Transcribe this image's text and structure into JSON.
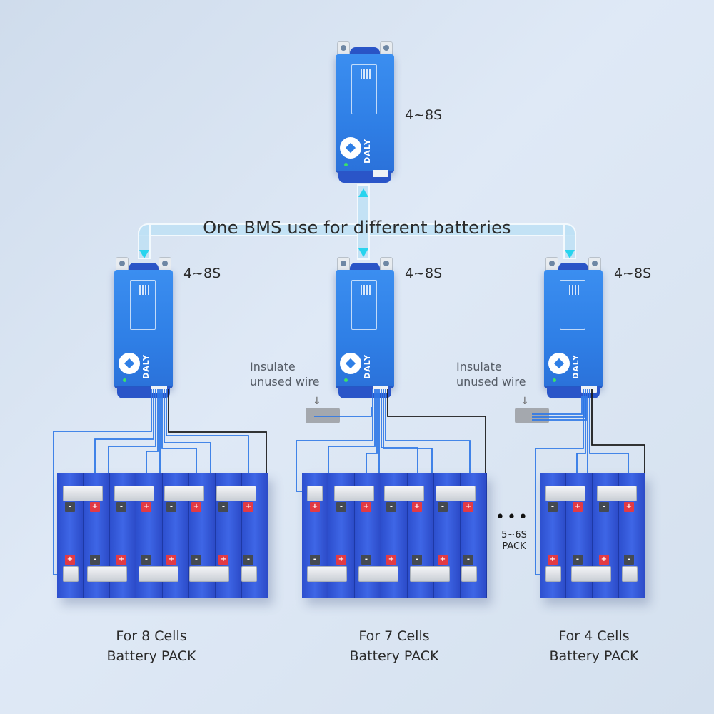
{
  "headline": "One BMS use for different batteries",
  "colors": {
    "background": "#d6e2f0",
    "bms_blue": "#2f7fe6",
    "cell_blue": "#3557d8",
    "pipe_arrow": "#27d4ee",
    "wire_blue": "#2f78e6",
    "wire_black": "#1a1a1a",
    "terminal_positive": "#e23a44",
    "terminal_negative": "#444a52",
    "insulator_gray": "#a4a8ae"
  },
  "bms_units": [
    {
      "id": "top",
      "brand": "DALY",
      "range": "4~8S"
    },
    {
      "id": "left",
      "brand": "DALY",
      "range": "4~8S"
    },
    {
      "id": "center",
      "brand": "DALY",
      "range": "4~8S"
    },
    {
      "id": "right",
      "brand": "DALY",
      "range": "4~8S"
    }
  ],
  "notes": {
    "insulate_line1": "Insulate",
    "insulate_line2": "unused wire",
    "arrow": "↓"
  },
  "terminals": {
    "positive": "+",
    "negative": "-"
  },
  "packs": [
    {
      "cells": 8,
      "caption_line1": "For 8 Cells",
      "caption_line2": "Battery PACK"
    },
    {
      "cells": 7,
      "caption_line1": "For 7 Cells",
      "caption_line2": "Battery PACK"
    },
    {
      "cells": 4,
      "caption_line1": "For 4 Cells",
      "caption_line2": "Battery PACK"
    }
  ],
  "ellipsis": {
    "dots": "•••",
    "line1": "5~6S",
    "line2": "PACK"
  }
}
